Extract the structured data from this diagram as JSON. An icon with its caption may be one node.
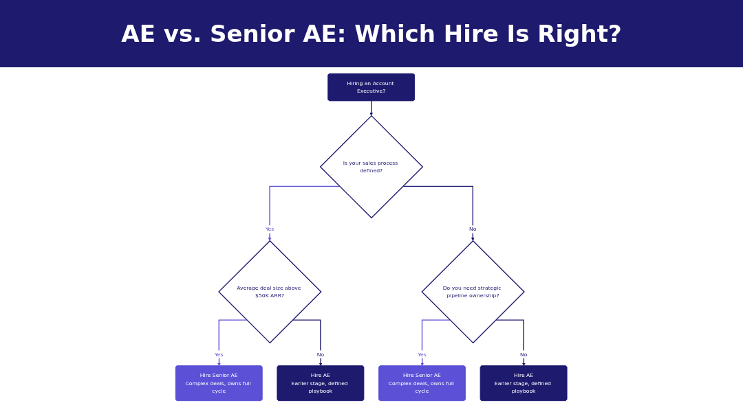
{
  "diagram": {
    "title": "AE vs. Senior AE: Which Hire Is Right?",
    "nodes": [
      {
        "text": [
          "Hiring an Account Executive?"
        ]
      },
      {
        "text": [
          "Is your sales process defined?"
        ]
      },
      {
        "text": [
          "Average deal size above $50K ARR?"
        ]
      },
      {
        "text": [
          "Hire Senior AE",
          "Complex deals, owns full cycle"
        ]
      },
      {
        "text": [
          "Hire AE",
          "Earlier stage, defined playbook"
        ]
      },
      {
        "text": [
          "Do you need strategic pipeline ownership?"
        ]
      },
      {
        "text": [
          "Hire Senior AE",
          "Complex deals, owns full cycle"
        ]
      },
      {
        "text": [
          "Hire AE",
          "Earlier stage, defined playbook"
        ]
      }
    ],
    "edges": [
      {
        "from": 0,
        "to": 1,
        "arrow": "to"
      },
      {
        "from": 1,
        "to": 2,
        "arrow": "to",
        "label": "Yes",
        "color": "#5b50d6"
      },
      {
        "from": 2,
        "to": 3,
        "arrow": "to",
        "label": "Yes",
        "color": "#5b50d6"
      },
      {
        "from": 2,
        "to": 4,
        "arrow": "to",
        "label": "No"
      },
      {
        "from": 1,
        "to": 5,
        "arrow": "to",
        "label": "No"
      },
      {
        "from": 5,
        "to": 6,
        "arrow": "to",
        "label": "Yes",
        "color": "#5b50d6"
      },
      {
        "from": 5,
        "to": 7,
        "arrow": "to",
        "label": "No"
      }
    ]
  }
}
